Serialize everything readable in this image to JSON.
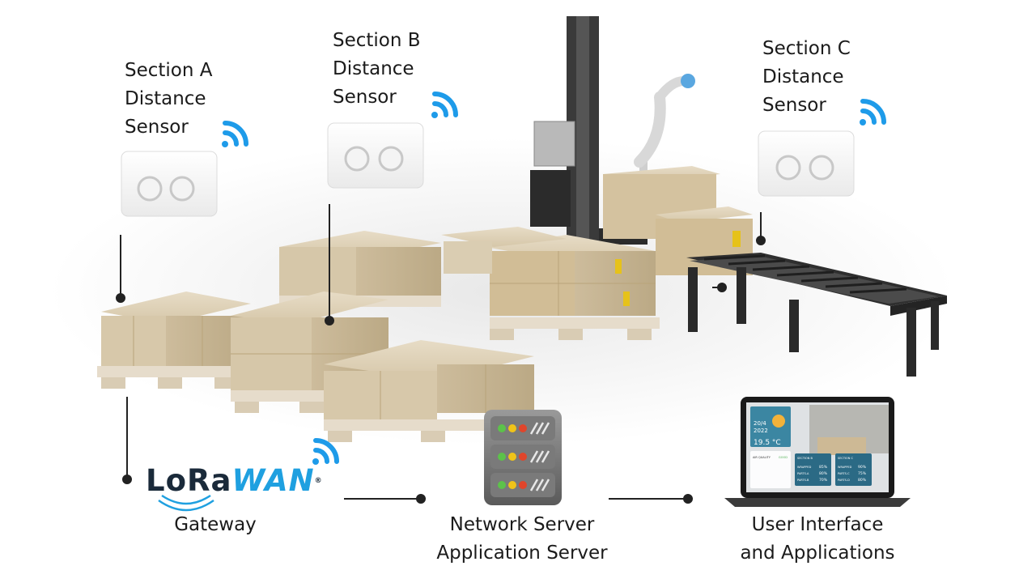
{
  "sensors": [
    {
      "id": "a",
      "line1": "Section A",
      "line2": "Distance",
      "line3": "Sensor"
    },
    {
      "id": "b",
      "line1": "Section B",
      "line2": "Distance",
      "line3": "Sensor"
    },
    {
      "id": "c",
      "line1": "Section C",
      "line2": "Distance",
      "line3": "Sensor"
    }
  ],
  "gateway": {
    "logo_text_a": "LoRa",
    "logo_text_b": "WAN",
    "logo_mark": "®",
    "label": "Gateway"
  },
  "server": {
    "line1": "Network Server",
    "line2": "Application Server"
  },
  "ui": {
    "line1": "User Interface",
    "line2": "and Applications"
  },
  "laptop_screen": {
    "date": "20/4",
    "year": "2022",
    "temp": "19.5 °C",
    "air_quality": "AIR QUALITY",
    "good": "GOOD",
    "section_b": "SECTION B",
    "section_c": "SECTION C",
    "wrapped": "WRAPPED",
    "parts_a": "PARTS-A",
    "parts_b": "PARTS-B",
    "parts_c": "PARTS-C",
    "parts_d": "PARTS-D",
    "b_vals": [
      "85%",
      "80%",
      "70%"
    ],
    "c_vals": [
      "90%",
      "75%",
      "80%"
    ]
  },
  "colors": {
    "wifi": "#1e9be9",
    "line": "#222222",
    "box": "#d9cbb0",
    "pallet": "#e6dccb",
    "led_green": "#5cc24a",
    "led_yellow": "#f0c419",
    "led_red": "#e0452b"
  },
  "icons": [
    "wifi-icon",
    "server-icon",
    "laptop-icon",
    "robot-arm-icon",
    "conveyor-icon"
  ]
}
